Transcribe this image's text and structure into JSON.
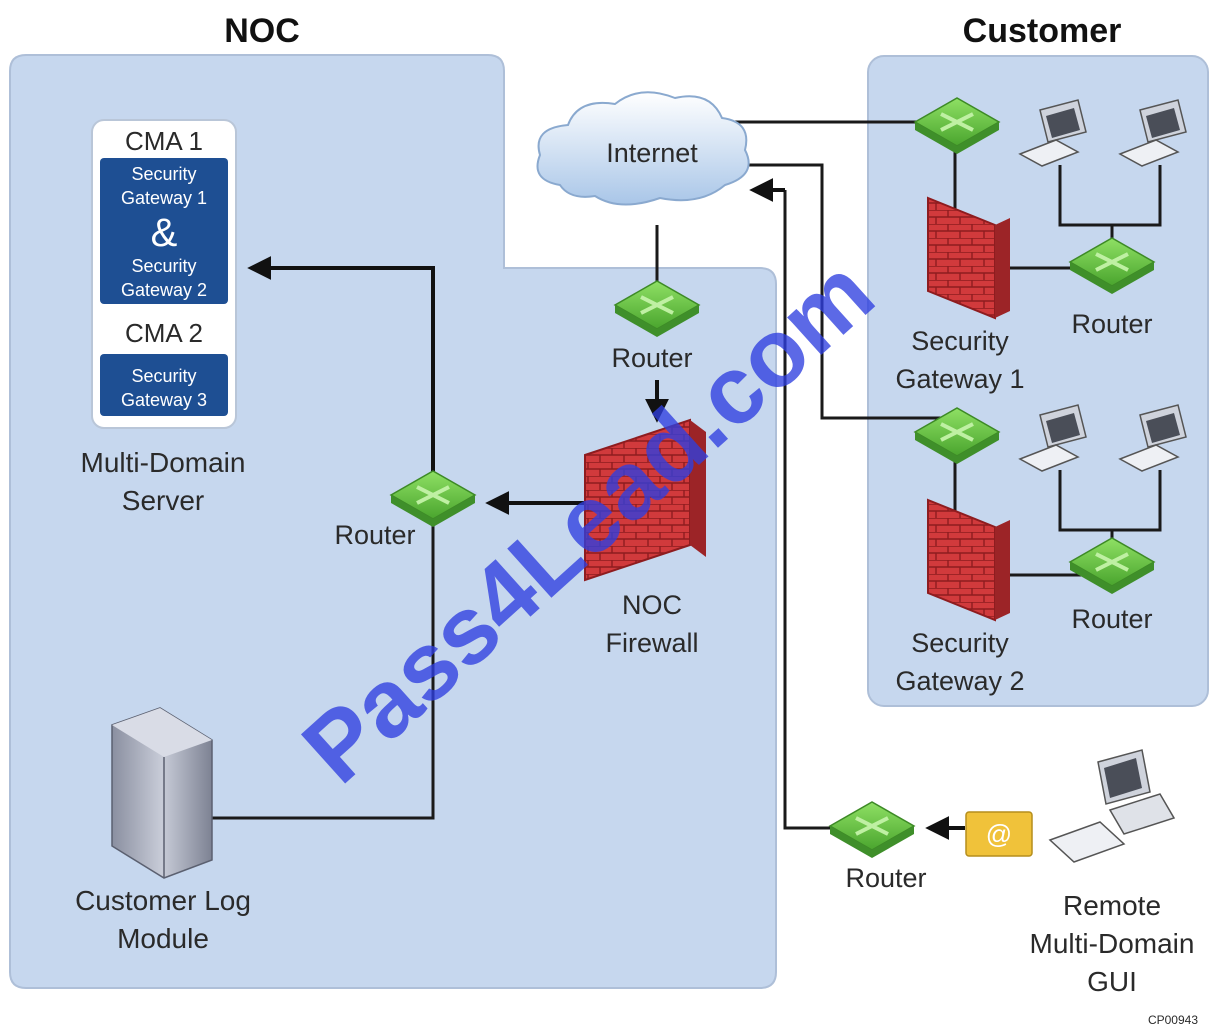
{
  "headers": {
    "noc": "NOC",
    "customer": "Customer"
  },
  "internet": "Internet",
  "mds": {
    "cma1": "CMA 1",
    "cma1_box": [
      "Security",
      "Gateway 1",
      "&",
      "Security",
      "Gateway 2"
    ],
    "cma2": "CMA 2",
    "cma2_box": [
      "Security",
      "Gateway 3"
    ],
    "label": [
      "Multi-Domain",
      "Server"
    ]
  },
  "noc_router_top": "Router",
  "noc_router_mid": "Router",
  "noc_firewall": [
    "NOC",
    "Firewall"
  ],
  "log_module": [
    "Customer Log",
    "Module"
  ],
  "customer": {
    "gw1": [
      "Security",
      "Gateway 1"
    ],
    "router1": "Router",
    "gw2": [
      "Security",
      "Gateway 2"
    ],
    "router2": "Router"
  },
  "remote_router": "Router",
  "remote_gui": [
    "Remote",
    "Multi-Domain",
    "GUI"
  ],
  "email_symbol": "@",
  "watermark": "Pass4Lead.com",
  "figure_code": "CP00943",
  "colors": {
    "panel": "#c6d7ee",
    "cma_box": "#1e4f93",
    "router": "#6fc24a",
    "firewall": "#c8363a",
    "watermark": "#2f3fe0",
    "email": "#f0c23a"
  }
}
